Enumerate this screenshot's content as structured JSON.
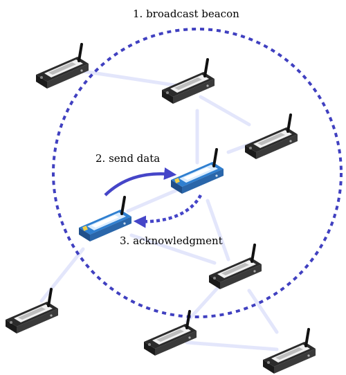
{
  "labels": {
    "broadcast": "1. broadcast beacon",
    "send": "2. send data",
    "ack": "3. acknowledgment"
  },
  "colors": {
    "range_circle": "#4040c0",
    "arrow": "#4545c8",
    "link": "#e3e6fb",
    "node_dark": "#2b2b2b",
    "node_blue": "#2f7fd0"
  },
  "nodes": [
    {
      "id": "node-1",
      "style": "dark"
    },
    {
      "id": "node-2",
      "style": "dark"
    },
    {
      "id": "node-3",
      "style": "dark"
    },
    {
      "id": "node-4-receiver",
      "style": "blue"
    },
    {
      "id": "node-5-sender",
      "style": "blue"
    },
    {
      "id": "node-6",
      "style": "dark"
    },
    {
      "id": "node-7",
      "style": "dark"
    },
    {
      "id": "node-8",
      "style": "dark"
    },
    {
      "id": "node-9",
      "style": "dark"
    }
  ]
}
